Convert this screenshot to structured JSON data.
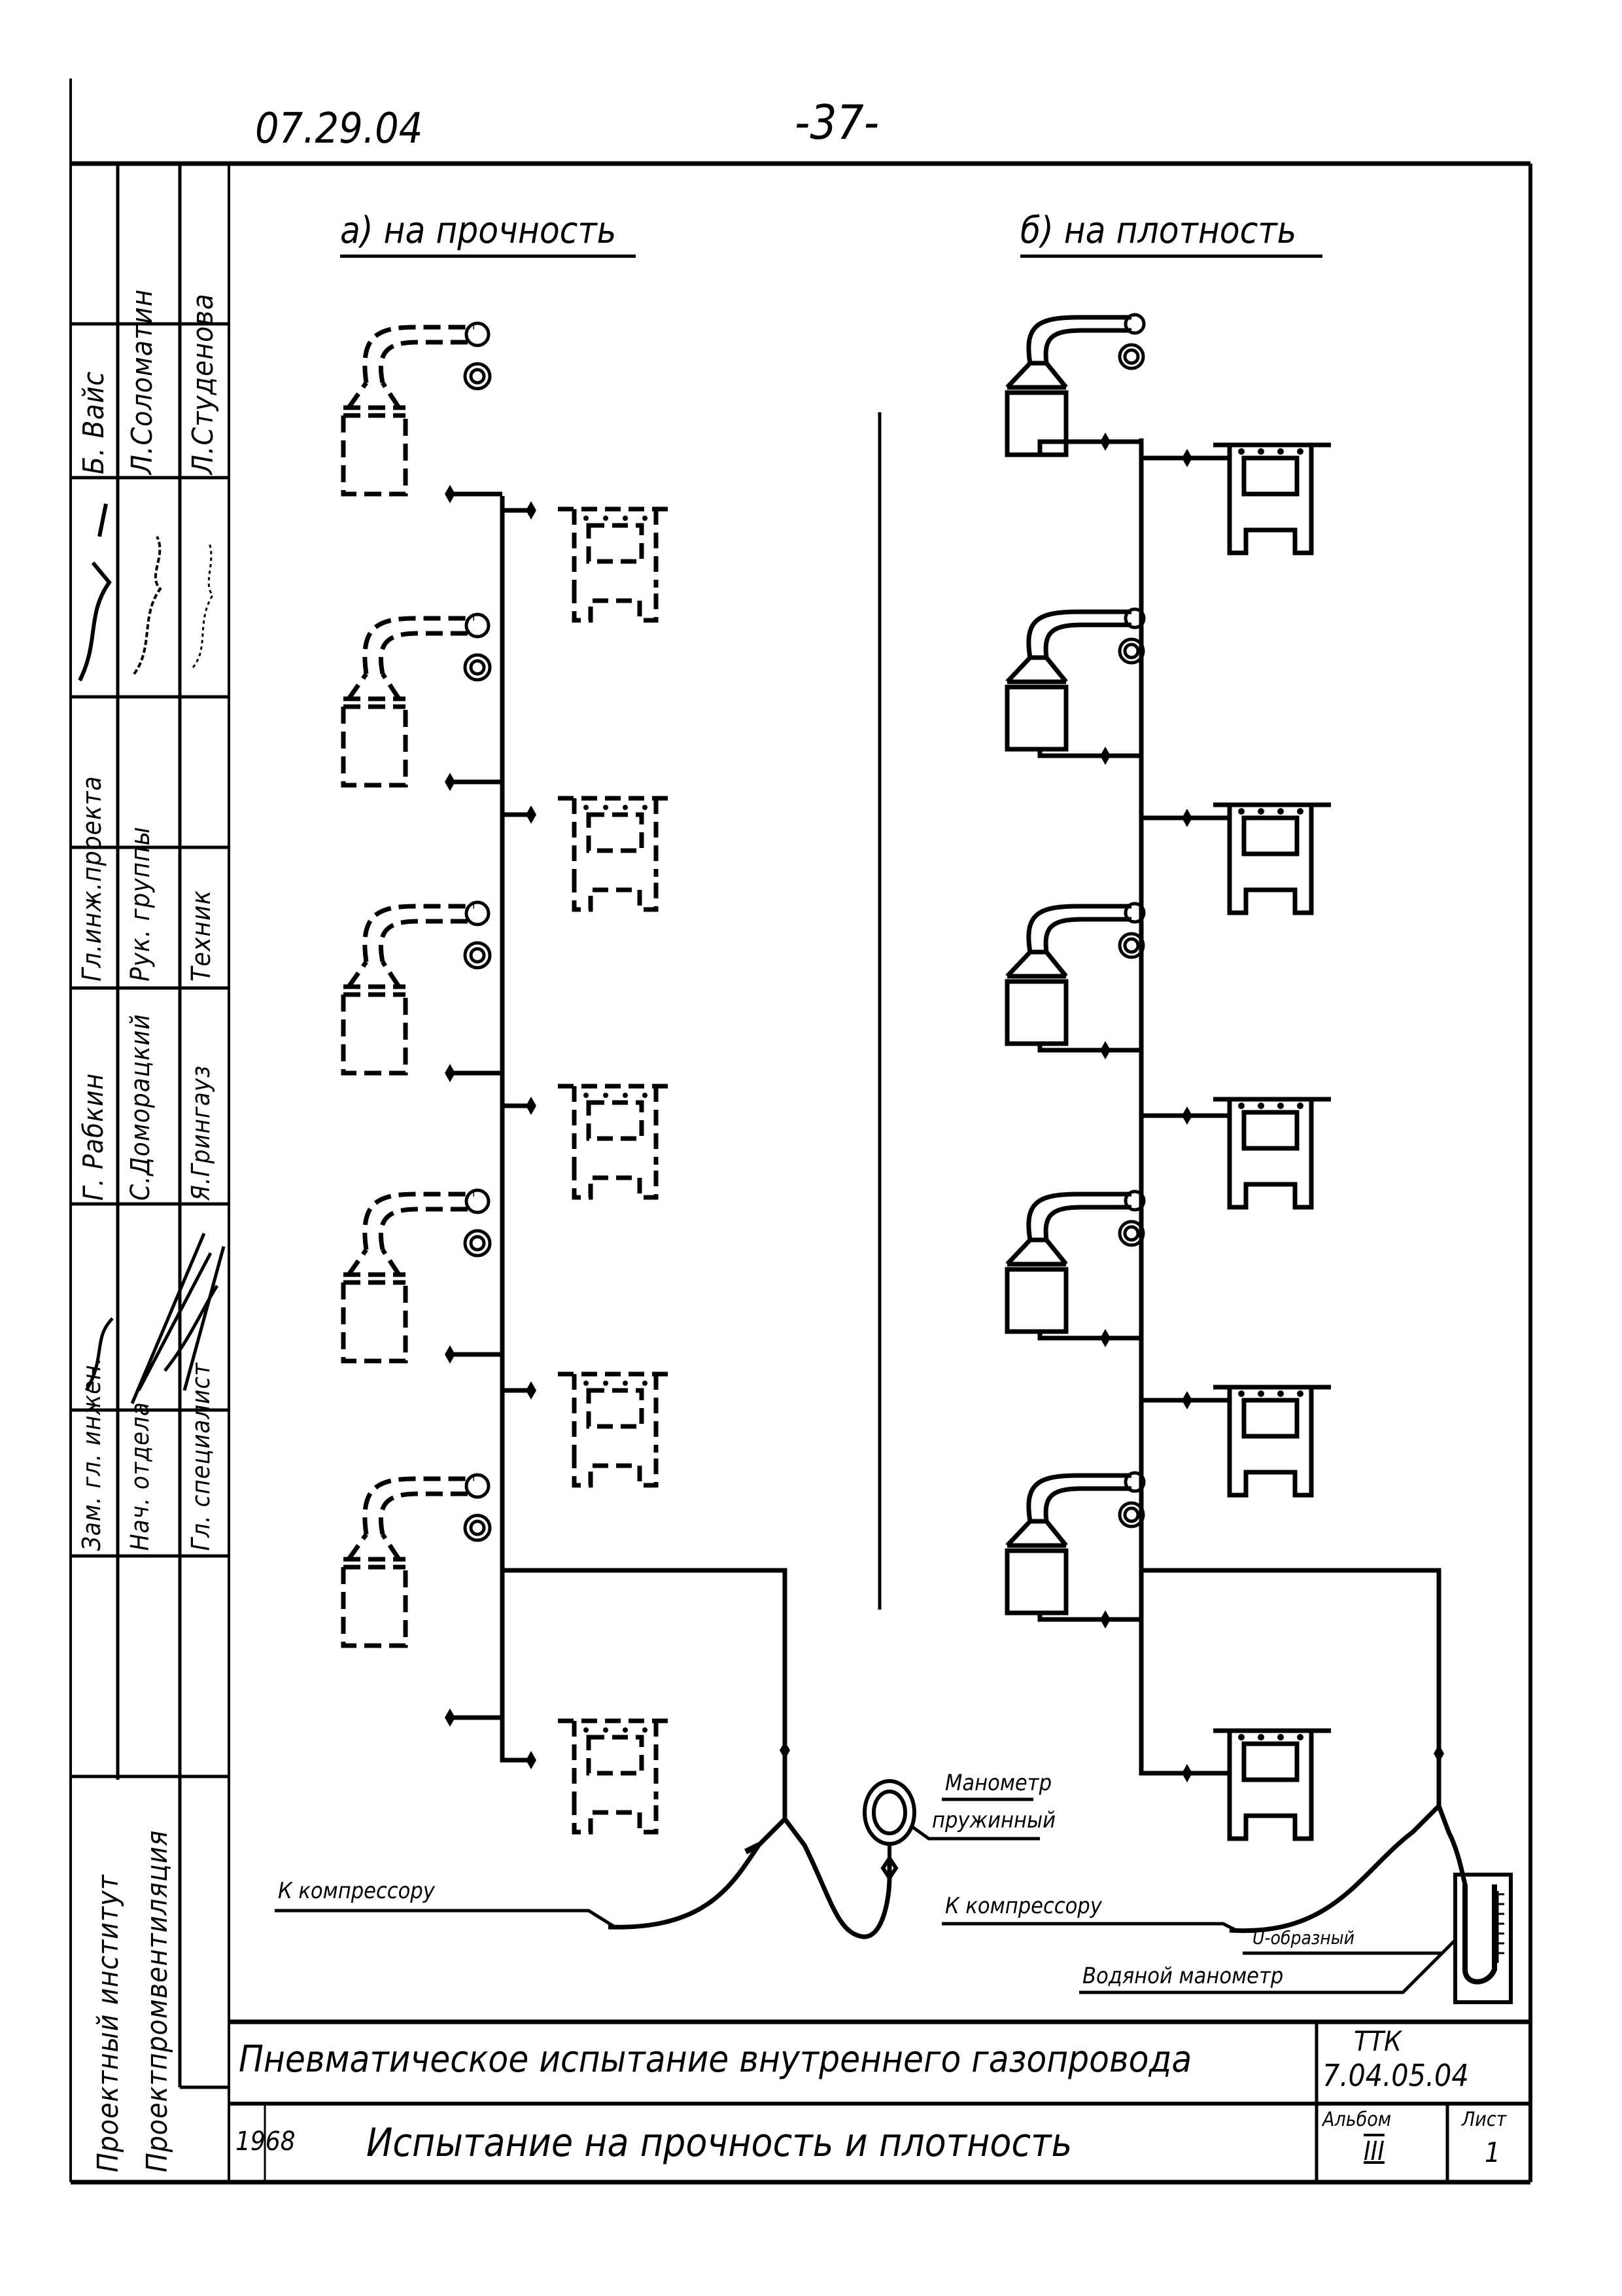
{
  "page": {
    "doc_code": "07.29.04",
    "page_number": "-37-"
  },
  "sections": {
    "left_title": "а) на прочность",
    "right_title": "б) на плотность"
  },
  "callouts": {
    "left_compressor": "К компрессору",
    "spring_gauge_line1": "Манометр",
    "spring_gauge_line2": "пружинный",
    "right_compressor": "К компрессору",
    "u_shaped": "U-образный",
    "water_gauge": "Водяной манометр"
  },
  "stamp": {
    "rows": [
      {
        "col1": "Б. Вайс",
        "col2": "Л.Соломатин",
        "col3": "Л.Студенова"
      },
      {
        "col1": "signature",
        "col2": "signature",
        "col3": "signature"
      },
      {
        "col1": "Гл.инж.проекта",
        "col2": "Рук. группы",
        "col3": "Техник"
      },
      {
        "col1": "Г. Рабкин",
        "col2": "С.Доморацкий",
        "col3": "Я.Грингауз"
      },
      {
        "col1": "signature",
        "col2": "signature",
        "col3": "signature"
      },
      {
        "col1": "Зам. гл. инжен.",
        "col2": "Нач. отдела",
        "col3": "Гл. специалист"
      }
    ],
    "institute_line1": "Проектный институт",
    "institute_line2": "Проектпромвентиляция"
  },
  "title_block": {
    "main_title": "Пневматическое испытание внутреннего газопровода",
    "sub_title": "Испытание на прочность и плотность",
    "year": "1968",
    "code_top": "ТТК",
    "code_bottom": "7.04.05.04",
    "album_label": "Альбом",
    "album_value": "III",
    "sheet_label": "Лист",
    "sheet_value": "1"
  },
  "diagram": {
    "left_scheme": {
      "floors": 5,
      "line_style": "dashed",
      "equipment": [
        "water-heater",
        "gas-stove"
      ]
    },
    "right_scheme": {
      "floors": 5,
      "line_style": "solid",
      "equipment": [
        "water-heater",
        "gas-stove"
      ]
    }
  }
}
